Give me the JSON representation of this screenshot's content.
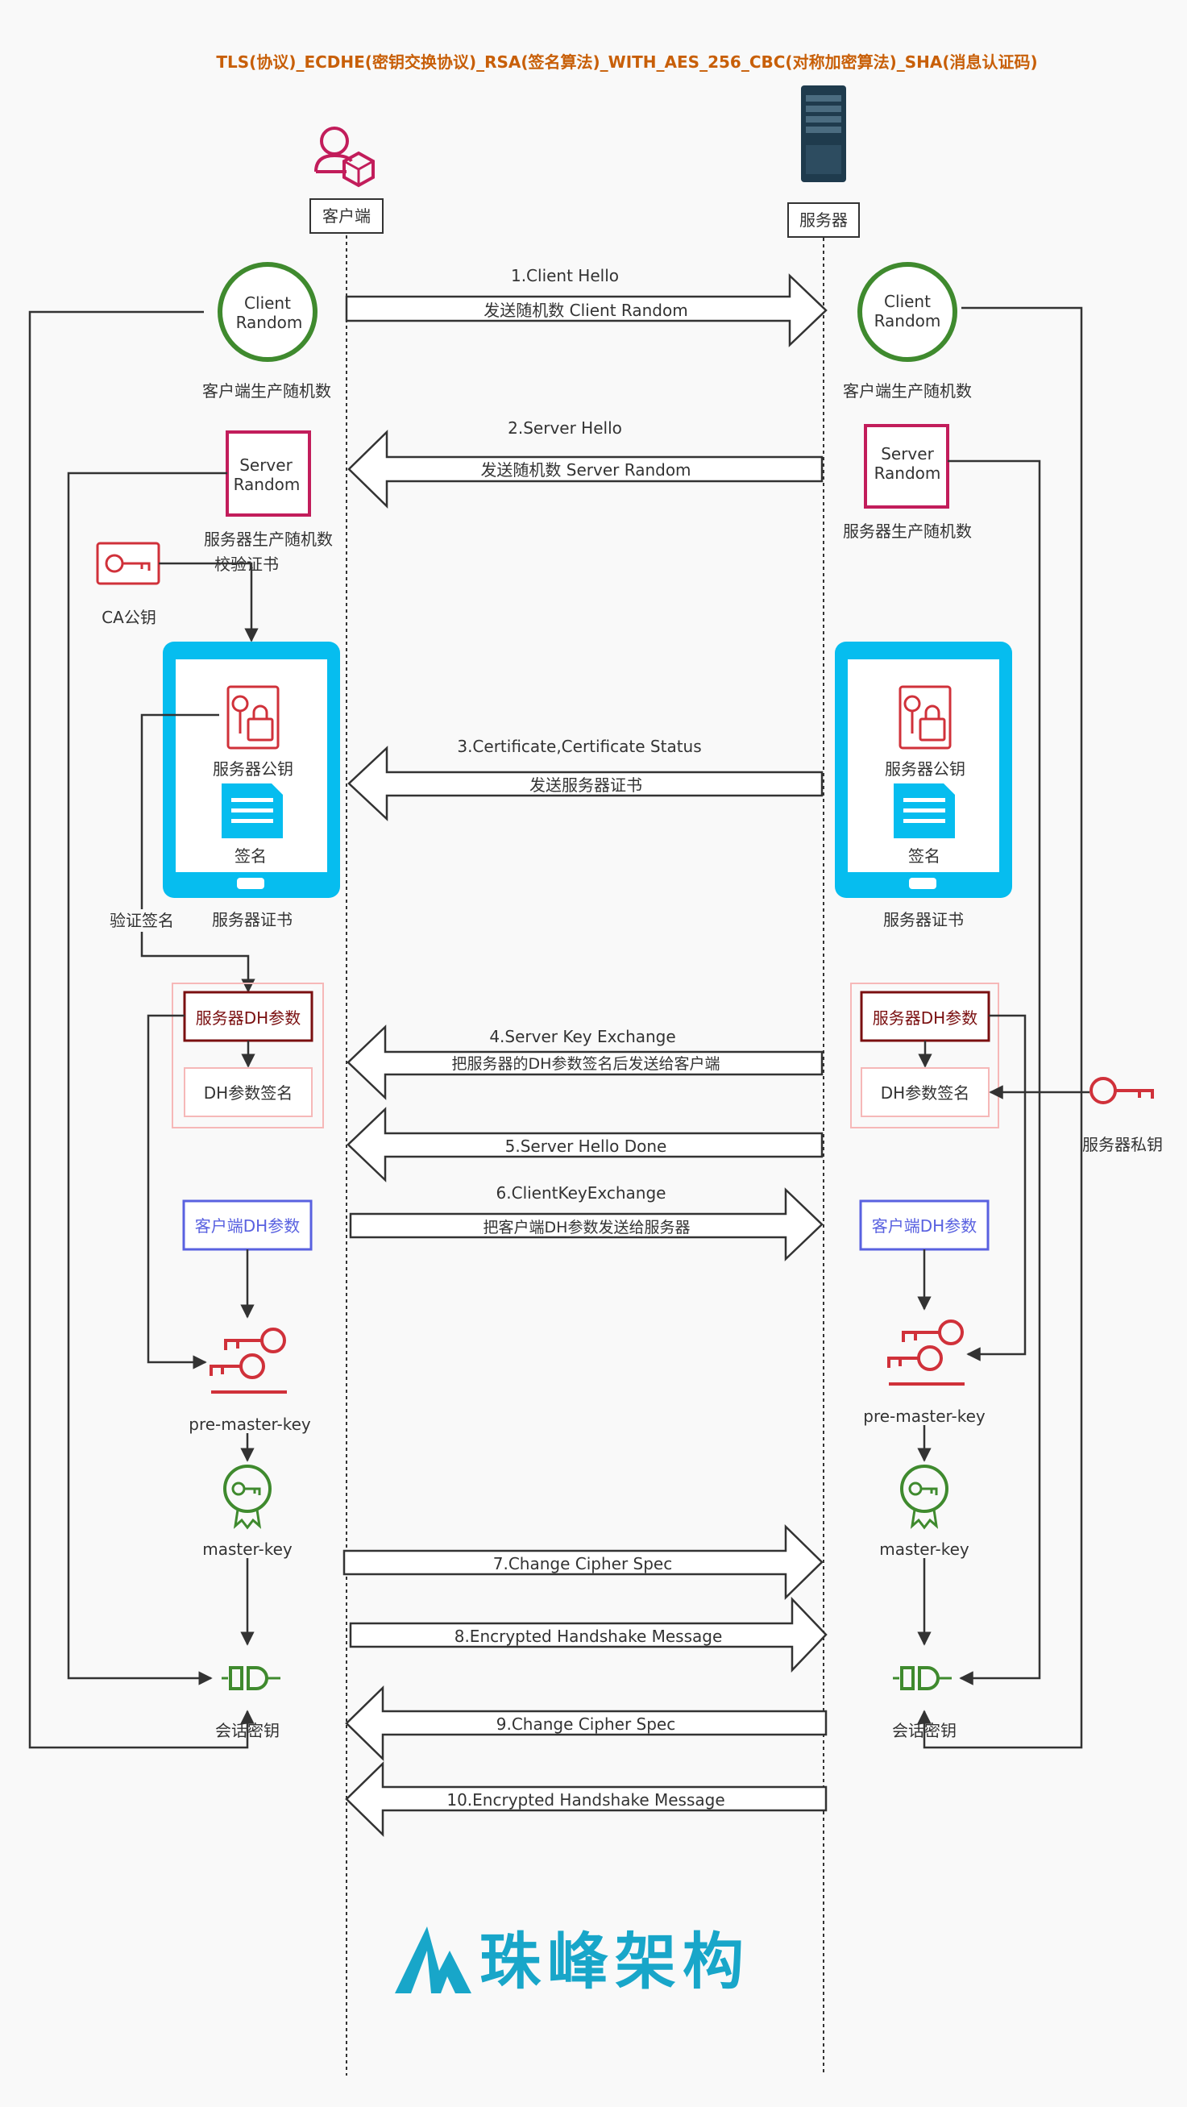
{
  "title": "TLS(协议)_ECDHE(密钥交换协议)_RSA(签名算法)_WITH_AES_256_CBC(对称加密算法)_SHA(消息认证码)",
  "colors": {
    "title": "#c85f08",
    "green": "#3f8a2e",
    "pink": "#c21d5b",
    "red": "#d0313a",
    "cyan": "#06bdef",
    "maroon": "#7a0f10",
    "blue": "#5961e0",
    "lightpink": "#f6b8b8",
    "logo": "#18a6c9"
  },
  "actors": {
    "client": "客户端",
    "server": "服务器"
  },
  "client_side": {
    "client_random": [
      "Client",
      "Random"
    ],
    "client_random_caption": "客户端生产随机数",
    "server_random": [
      "Server",
      "Random"
    ],
    "server_random_caption": "服务器生产随机数",
    "ca_key": "CA公钥",
    "verify_cert": "校验证书",
    "pubkey": "服务器公钥",
    "signature": "签名",
    "cert_caption": "服务器证书",
    "verify_sig": "验证签名",
    "dh_param": "服务器DH参数",
    "dh_sig": "DH参数签名",
    "client_dh": "客户端DH参数",
    "pre_master": "pre-master-key",
    "master": "master-key",
    "session_key": "会话密钥"
  },
  "server_side": {
    "client_random": [
      "Client",
      "Random"
    ],
    "client_random_caption": "客户端生产随机数",
    "server_random": [
      "Server",
      "Random"
    ],
    "server_random_caption": "服务器生产随机数",
    "pubkey": "服务器公钥",
    "signature": "签名",
    "cert_caption": "服务器证书",
    "dh_param": "服务器DH参数",
    "dh_sig": "DH参数签名",
    "private_key": "服务器私钥",
    "client_dh": "客户端DH参数",
    "pre_master": "pre-master-key",
    "master": "master-key",
    "session_key": "会话密钥"
  },
  "messages": {
    "m1_top": "1.Client Hello",
    "m1_in": "发送随机数 Client Random",
    "m2_top": "2.Server Hello",
    "m2_in": "发送随机数 Server Random",
    "m3_top": "3.Certificate,Certificate Status",
    "m3_in": "发送服务器证书",
    "m4_top": "4.Server Key Exchange",
    "m4_in": "把服务器的DH参数签名后发送给客户端",
    "m5_in": "5.Server Hello Done",
    "m6_top": "6.ClientKeyExchange",
    "m6_in": "把客户端DH参数发送给服务器",
    "m7_in": "7.Change Cipher Spec",
    "m8_in": "8.Encrypted Handshake Message",
    "m9_in": "9.Change Cipher Spec",
    "m10_in": "10.Encrypted Handshake Message"
  },
  "logo": "珠峰架构"
}
